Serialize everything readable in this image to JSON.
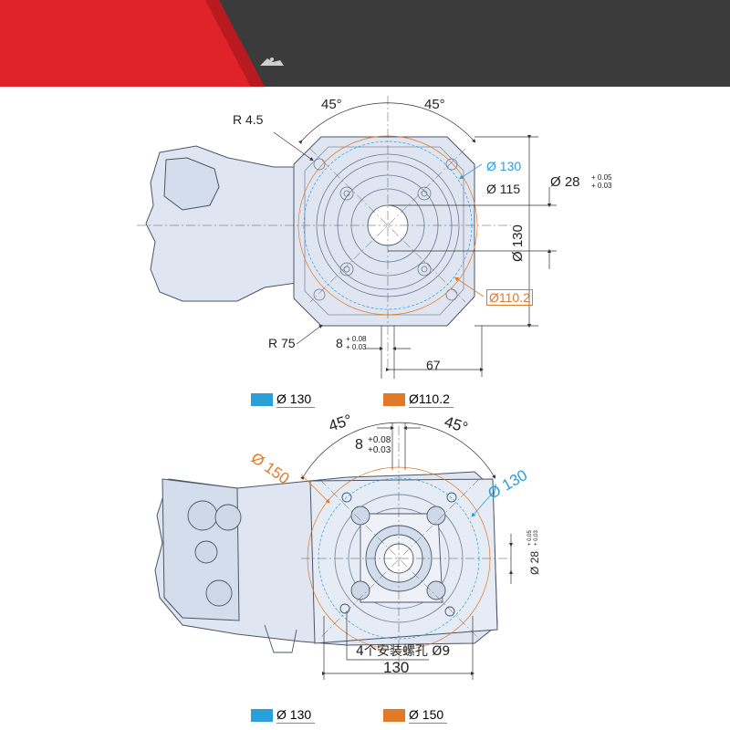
{
  "colors": {
    "banner_dark": "#3b3b3b",
    "banner_red": "#e0232b",
    "pump_fill": "#dfe6f2",
    "pump_stroke": "#4a5568",
    "blue": "#2a9fd8",
    "orange": "#e07a28"
  },
  "top_view": {
    "angle_left": "45°",
    "angle_right": "45°",
    "r_small": "R 4.5",
    "r_large": "R 75",
    "dia_130": "Ø 130",
    "dia_115": "Ø 115",
    "dia_110": "Ø110.2",
    "shaft_dia": "Ø 28",
    "shaft_tol_up": "+ 0.05",
    "shaft_tol_low": "+ 0.03",
    "height_130": "Ø 130",
    "key_width": "8",
    "key_tol_up": "+ 0.08",
    "key_tol_low": "+ 0.03",
    "offset_67": "67"
  },
  "legend_top": [
    {
      "label": "Ø 130",
      "color": "#2a9fd8"
    },
    {
      "label": "Ø110.2",
      "color": "#e07a28"
    }
  ],
  "bottom_view": {
    "angle_left": "45°",
    "angle_right": "45°",
    "key_width": "8",
    "key_tol_up": "+0.08",
    "key_tol_low": "+0.03",
    "dia_150": "Ø 150",
    "dia_130": "Ø 130",
    "shaft_dia": "Ø 28",
    "shaft_tol_up": "+ 0.05",
    "shaft_tol_low": "+ 0.03",
    "holes_note": "4个安装螺孔 Ø9",
    "width_130": "130"
  },
  "legend_bottom": [
    {
      "label": "Ø 130",
      "color": "#2a9fd8"
    },
    {
      "label": "Ø 150",
      "color": "#e07a28"
    }
  ]
}
